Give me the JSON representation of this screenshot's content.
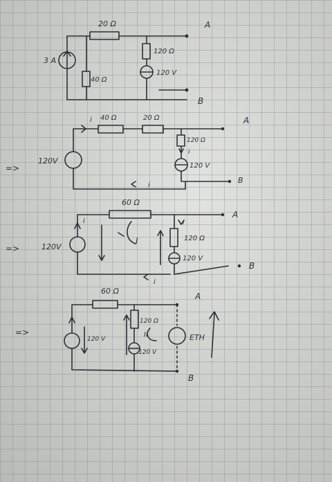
{
  "circuit1": {
    "label_20ohm": "20 Ω",
    "label_120ohm": "120 Ω",
    "label_40ohm": "40 Ω",
    "label_3A": "3 A",
    "label_120V": "120 V",
    "node_a": "A",
    "node_b": "B"
  },
  "circuit2": {
    "arrow": "=>",
    "label_40ohm": "40 Ω",
    "label_20ohm": "20 Ω",
    "label_120ohm": "120 Ω",
    "label_src": "120V",
    "label_120V": "120 V",
    "current_i": "i",
    "node_a": "A",
    "node_b": "B"
  },
  "circuit3": {
    "arrow": "=>",
    "label_60ohm": "60 Ω",
    "label_120ohm": "120 Ω",
    "label_src": "120V",
    "label_120V": "120 V",
    "loop_label": "I",
    "current_i": "i",
    "node_a": "A",
    "node_b": "B"
  },
  "circuit4": {
    "arrow": "=>",
    "label_60ohm": "60 Ω",
    "label_120ohm": "120 Ω",
    "label_120V_left": "120 V",
    "label_120V_mid": "120 V",
    "loop_label": "II",
    "label_eth": "ETH",
    "node_a": "A",
    "node_b": "B"
  }
}
